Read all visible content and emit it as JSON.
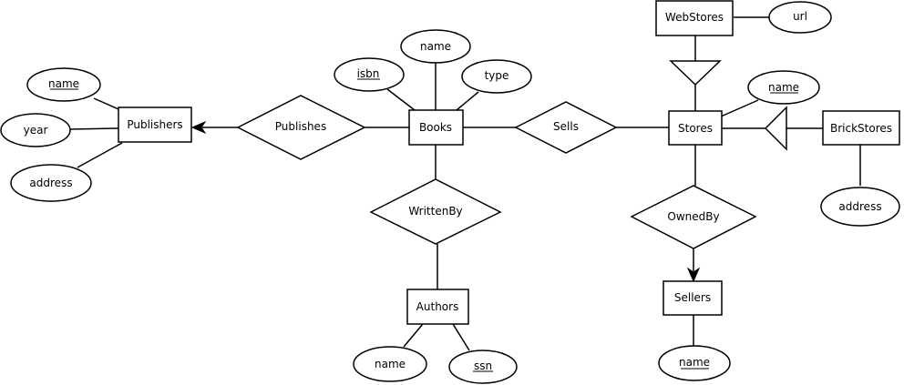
{
  "entities": {
    "publishers": "Publishers",
    "books": "Books",
    "stores": "Stores",
    "webstores": "WebStores",
    "brickstores": "BrickStores",
    "authors": "Authors",
    "sellers": "Sellers"
  },
  "relationships": {
    "publishes": "Publishes",
    "sells": "Sells",
    "writtenby": "WrittenBy",
    "ownedby": "OwnedBy"
  },
  "attributes": {
    "publisher_name": "name",
    "publisher_year": "year",
    "publisher_address": "address",
    "book_isbn": "isbn",
    "book_name": "name",
    "book_type": "type",
    "webstore_url": "url",
    "store_name": "name",
    "brickstore_address": "address",
    "author_name": "name",
    "author_ssn": "ssn",
    "seller_name": "name"
  },
  "colors": {
    "line": "#000000",
    "fill": "#ffffff"
  }
}
